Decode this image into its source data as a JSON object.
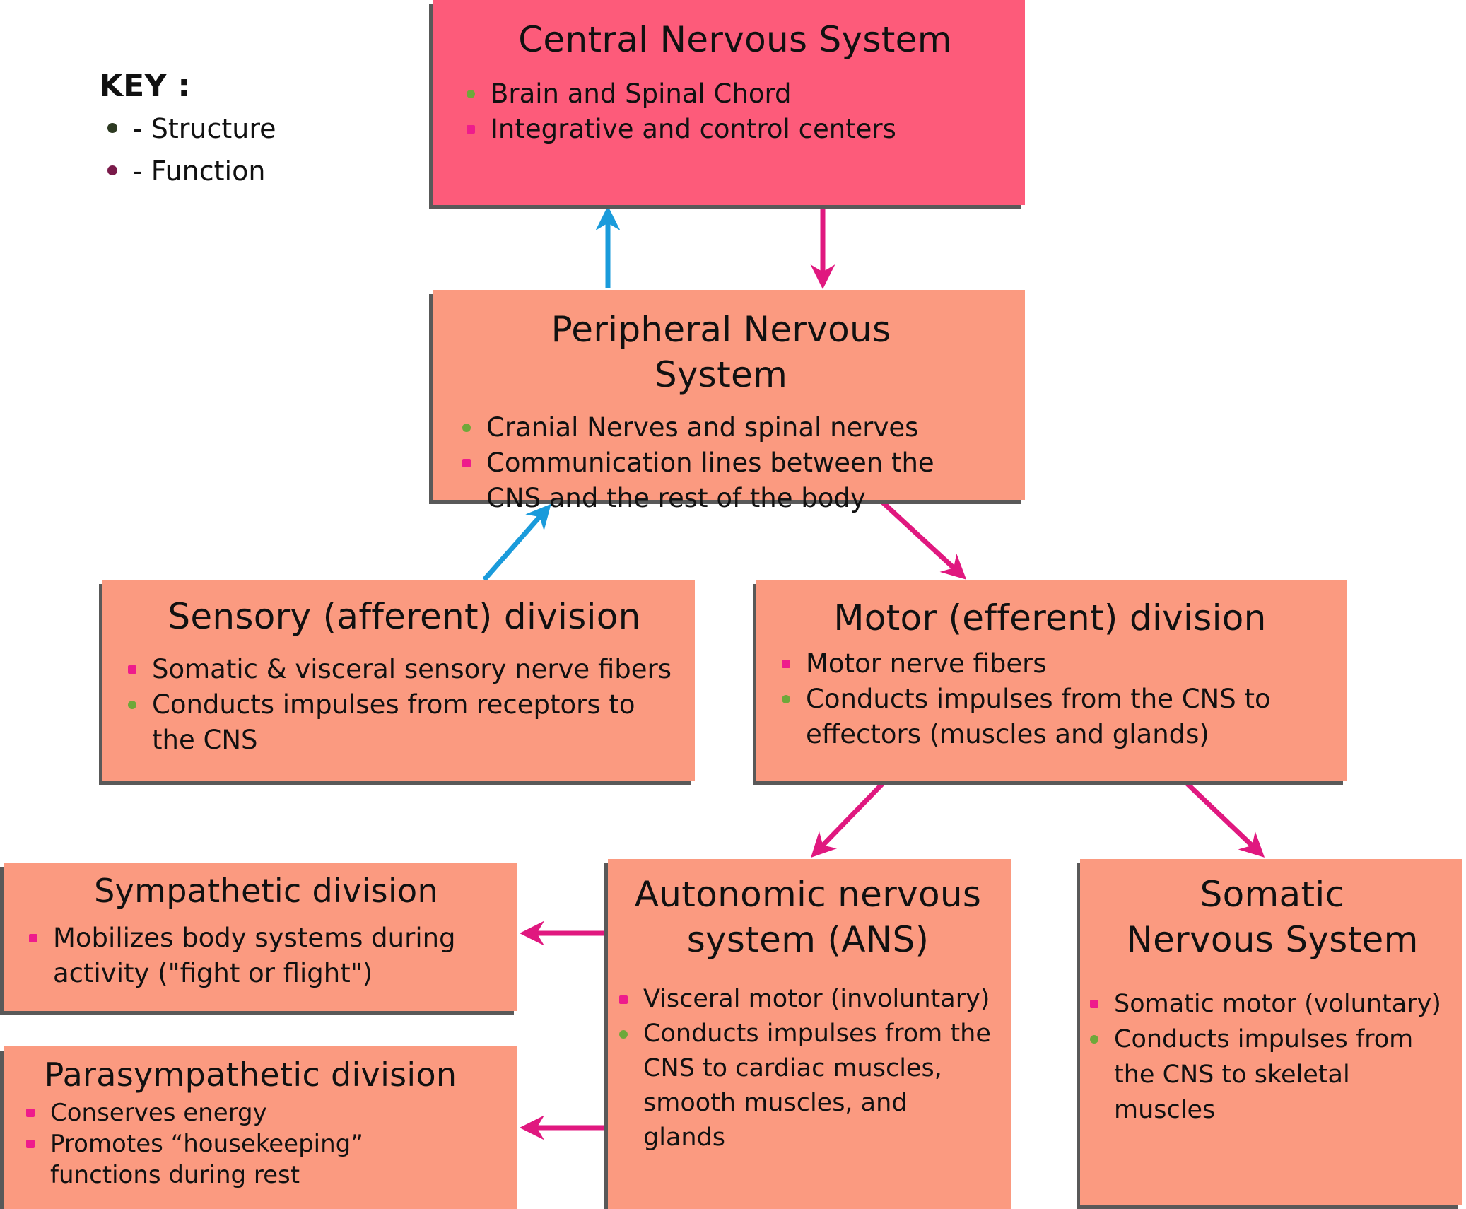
{
  "key": {
    "title": "KEY :",
    "structure_label": "- Structure",
    "function_label": "- Function"
  },
  "colors": {
    "cns_fill": "#fd5b7a",
    "box_fill": "#fb9a80",
    "structure_bullet": "#6ea83a",
    "function_bullet": "#ee1c8c",
    "afferent_arrow": "#1a9bdb",
    "efferent_arrow": "#e0187f"
  },
  "nodes": {
    "cns": {
      "title": "Central Nervous System",
      "items": [
        {
          "kind": "structure",
          "text": "Brain and Spinal Chord"
        },
        {
          "kind": "function",
          "text": "Integrative and control centers"
        }
      ]
    },
    "pns": {
      "title": "Peripheral Nervous System",
      "items": [
        {
          "kind": "structure",
          "text": "Cranial Nerves and spinal nerves"
        },
        {
          "kind": "function",
          "text": "Communication lines between the CNS and the rest of the body"
        }
      ]
    },
    "sensory": {
      "title": "Sensory (afferent) division",
      "items": [
        {
          "kind": "function",
          "text": "Somatic & visceral sensory nerve fibers"
        },
        {
          "kind": "structure",
          "text": "Conducts impulses from receptors to the CNS"
        }
      ]
    },
    "motor": {
      "title": "Motor (efferent) division",
      "items": [
        {
          "kind": "function",
          "text": "Motor nerve fibers"
        },
        {
          "kind": "structure",
          "text": "Conducts impulses from the CNS to effectors (muscles and glands)"
        }
      ]
    },
    "sympathetic": {
      "title": "Sympathetic division",
      "items": [
        {
          "kind": "function",
          "text": "Mobilizes body systems during activity (\"fight or flight\")"
        }
      ]
    },
    "parasympathetic": {
      "title": "Parasympathetic division",
      "items": [
        {
          "kind": "function",
          "text": "Conserves energy"
        },
        {
          "kind": "function",
          "text": "Promotes “housekeeping” functions during rest"
        }
      ]
    },
    "ans": {
      "title": "Autonomic nervous system (ANS)",
      "items": [
        {
          "kind": "function",
          "text": "Visceral motor (involuntary)"
        },
        {
          "kind": "structure",
          "text": "Conducts impulses from the CNS to cardiac muscles, smooth muscles, and glands"
        }
      ]
    },
    "somatic": {
      "title": "Somatic Nervous System",
      "items": [
        {
          "kind": "function",
          "text": "Somatic motor (voluntary)"
        },
        {
          "kind": "structure",
          "text": "Conducts impulses from the CNS to skeletal muscles"
        }
      ]
    }
  },
  "edges": [
    {
      "from": "pns",
      "to": "cns",
      "type": "afferent"
    },
    {
      "from": "cns",
      "to": "pns",
      "type": "efferent"
    },
    {
      "from": "sensory",
      "to": "pns",
      "type": "afferent"
    },
    {
      "from": "pns",
      "to": "motor",
      "type": "efferent"
    },
    {
      "from": "motor",
      "to": "ans",
      "type": "efferent"
    },
    {
      "from": "motor",
      "to": "somatic",
      "type": "efferent"
    },
    {
      "from": "ans",
      "to": "sympathetic",
      "type": "efferent"
    },
    {
      "from": "ans",
      "to": "parasympathetic",
      "type": "efferent"
    }
  ]
}
